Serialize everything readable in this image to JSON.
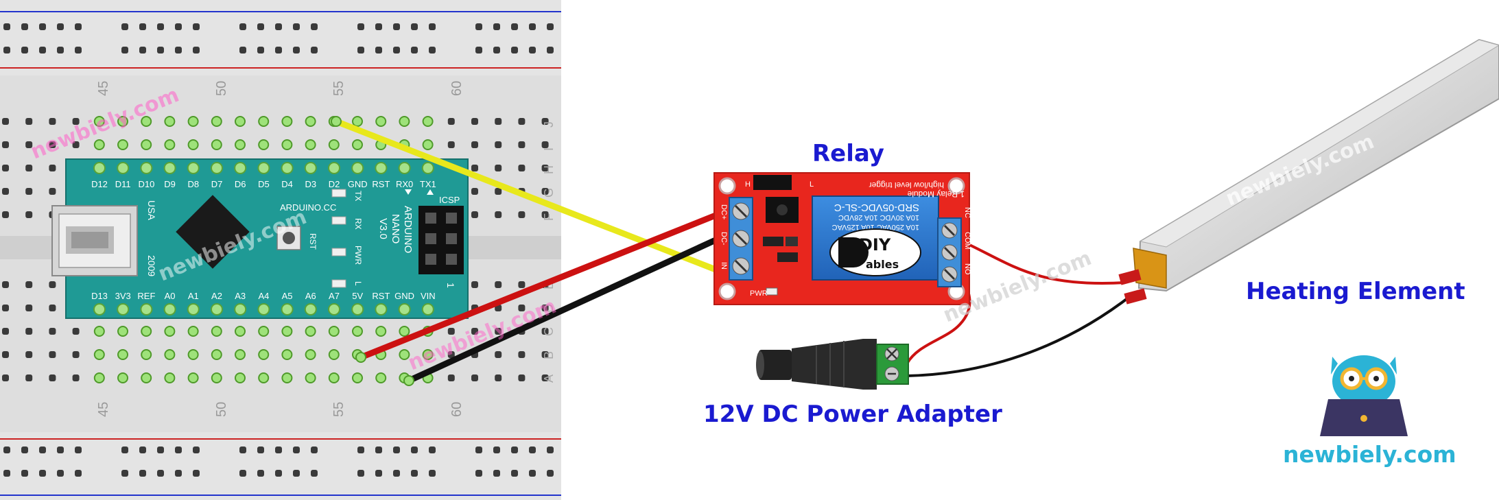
{
  "labels": {
    "relay": "Relay",
    "heating_element": "Heating Element",
    "power_adapter": "12V DC Power Adapter",
    "brand": "newbiely.com",
    "watermark": "newbiely.com"
  },
  "breadboard": {
    "column_numbers": [
      "45",
      "50",
      "55",
      "60"
    ],
    "row_letters_top": [
      "J",
      "I",
      "H",
      "G",
      "F"
    ],
    "row_letters_bottom": [
      "E",
      "D",
      "C",
      "B",
      "A"
    ]
  },
  "arduino": {
    "top_pins": [
      "D12",
      "D11",
      "D10",
      "D9",
      "D8",
      "D7",
      "D6",
      "D5",
      "D4",
      "D3",
      "D2",
      "GND",
      "RST",
      "RX0",
      "TX1"
    ],
    "bottom_pins": [
      "D13",
      "3V3",
      "REF",
      "A0",
      "A1",
      "A2",
      "A3",
      "A4",
      "A5",
      "A6",
      "A7",
      "5V",
      "RST",
      "GND",
      "VIN"
    ],
    "brand_text": "ARDUINO.CC",
    "model_lines": [
      "ARDUINO",
      "NANO",
      "V3.0"
    ],
    "usa": "USA",
    "year": "2009",
    "icsp": "ICSP",
    "led_labels": [
      "TX",
      "RX",
      "PWR",
      "L"
    ],
    "rst": "RST",
    "pin_one": "1"
  },
  "relay_module": {
    "title": "1 Relay Module",
    "subtitle": "high/low level trigger",
    "model": "SRD-05VDC-SL-C",
    "ratings": [
      "10A 250VAC 10A 125VAC",
      "10A 30VDC 10A 28VDC"
    ],
    "logo_top": "DIY",
    "logo_bottom": "ables",
    "input_pins": [
      "DC+",
      "DC-",
      "IN"
    ],
    "output_pins": [
      "NC",
      "COM",
      "NO"
    ],
    "pwr": "PWR",
    "jumper_labels": [
      "H",
      "L"
    ]
  },
  "colors": {
    "label_blue": "#1a1ad0",
    "brand_teal": "#2bb3d6",
    "wire_yellow": "#e8e81c",
    "wire_red": "#cc1111",
    "wire_black": "#111111",
    "relay_red": "#e8261e",
    "nano_teal": "#1f9a95"
  }
}
